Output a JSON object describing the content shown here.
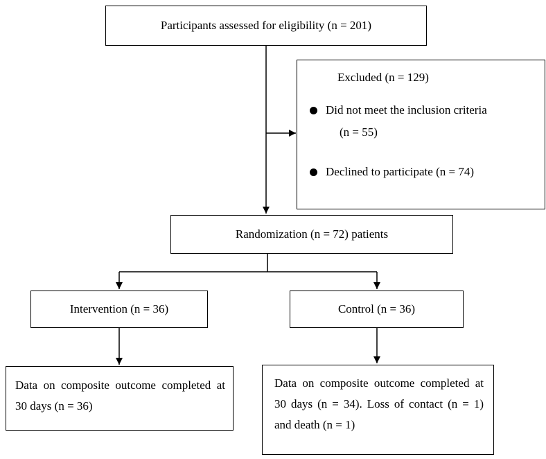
{
  "assessed": "Participants assessed for eligibility (n = 201)",
  "excluded": {
    "title": "Excluded (n = 129)",
    "items": [
      {
        "line1": "Did not meet the inclusion criteria",
        "line2": "(n = 55)"
      },
      {
        "line1": "Declined to participate (n = 74)"
      }
    ]
  },
  "randomization": "Randomization (n = 72) patients",
  "intervention": {
    "label": "Intervention (n = 36)",
    "outcome": "Data on composite outcome completed at 30 days (n = 36)"
  },
  "control": {
    "label": "Control (n = 36)",
    "outcome": "Data on composite outcome completed at 30 days (n = 34). Loss of contact (n = 1) and death (n = 1)"
  }
}
